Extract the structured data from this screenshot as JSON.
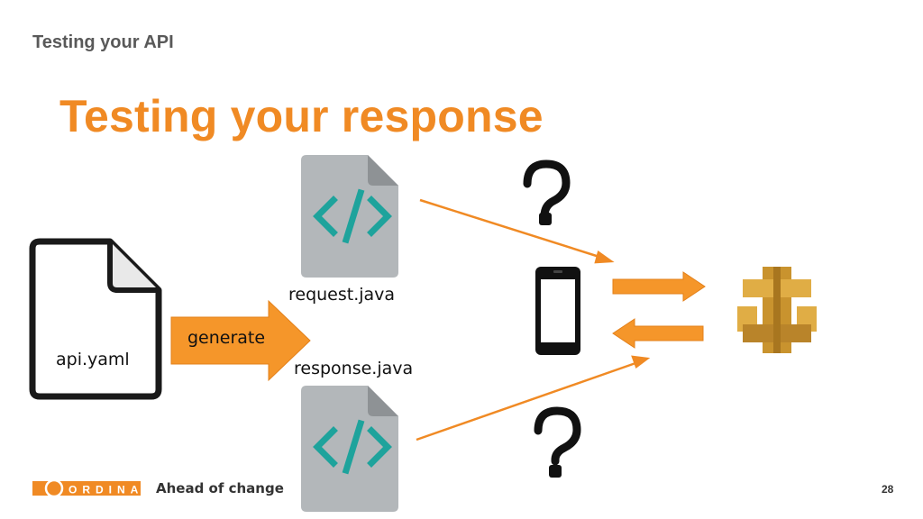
{
  "header": {
    "section_title": "Testing your API"
  },
  "slide": {
    "title": "Testing your response"
  },
  "diagram": {
    "source_file": "api.yaml",
    "action": "generate",
    "request_file": "request.java",
    "response_file": "response.java",
    "unknown_mark": "?"
  },
  "footer": {
    "brand": "ORDINA",
    "tagline": "Ahead of change",
    "page_number": "28"
  },
  "colors": {
    "accent": "#f08a24",
    "file_gray": "#aeb2b5",
    "code_green": "#1ea39c",
    "gateway_gold": "#c9932e"
  },
  "icons": [
    "document-icon",
    "code-file-icon",
    "smartphone-icon",
    "api-gateway-icon",
    "question-icon"
  ]
}
